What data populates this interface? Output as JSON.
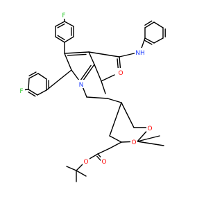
{
  "colors": {
    "background": "#ffffff",
    "bond": "#000000",
    "fluorine": "#33cc33",
    "nitrogen": "#1f3fff",
    "oxygen": "#ff0d0d"
  },
  "labels": {
    "f_top": "F",
    "f_left": "F",
    "amide_nh": "NH",
    "amide_o": "O",
    "pyrrole_n": "N",
    "dioxane_o1": "O",
    "dioxane_o2": "O",
    "ester_o_single": "O",
    "ester_o_double": "O"
  }
}
